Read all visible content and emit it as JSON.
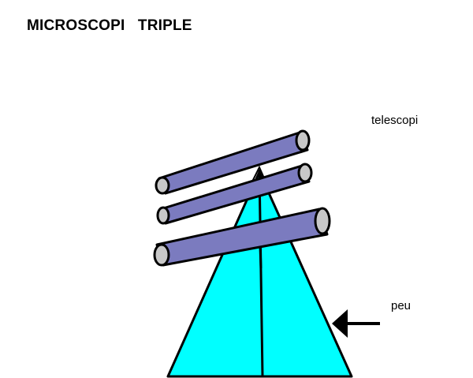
{
  "title": "MICROSCOPI   TRIPLE",
  "labels": {
    "telescope": "telescopi",
    "foot": "peu"
  },
  "colors": {
    "foot_fill": "#00ffff",
    "tube_fill": "#7b7bbf",
    "tube_end": "#c8c8c8",
    "outline": "#000000"
  }
}
